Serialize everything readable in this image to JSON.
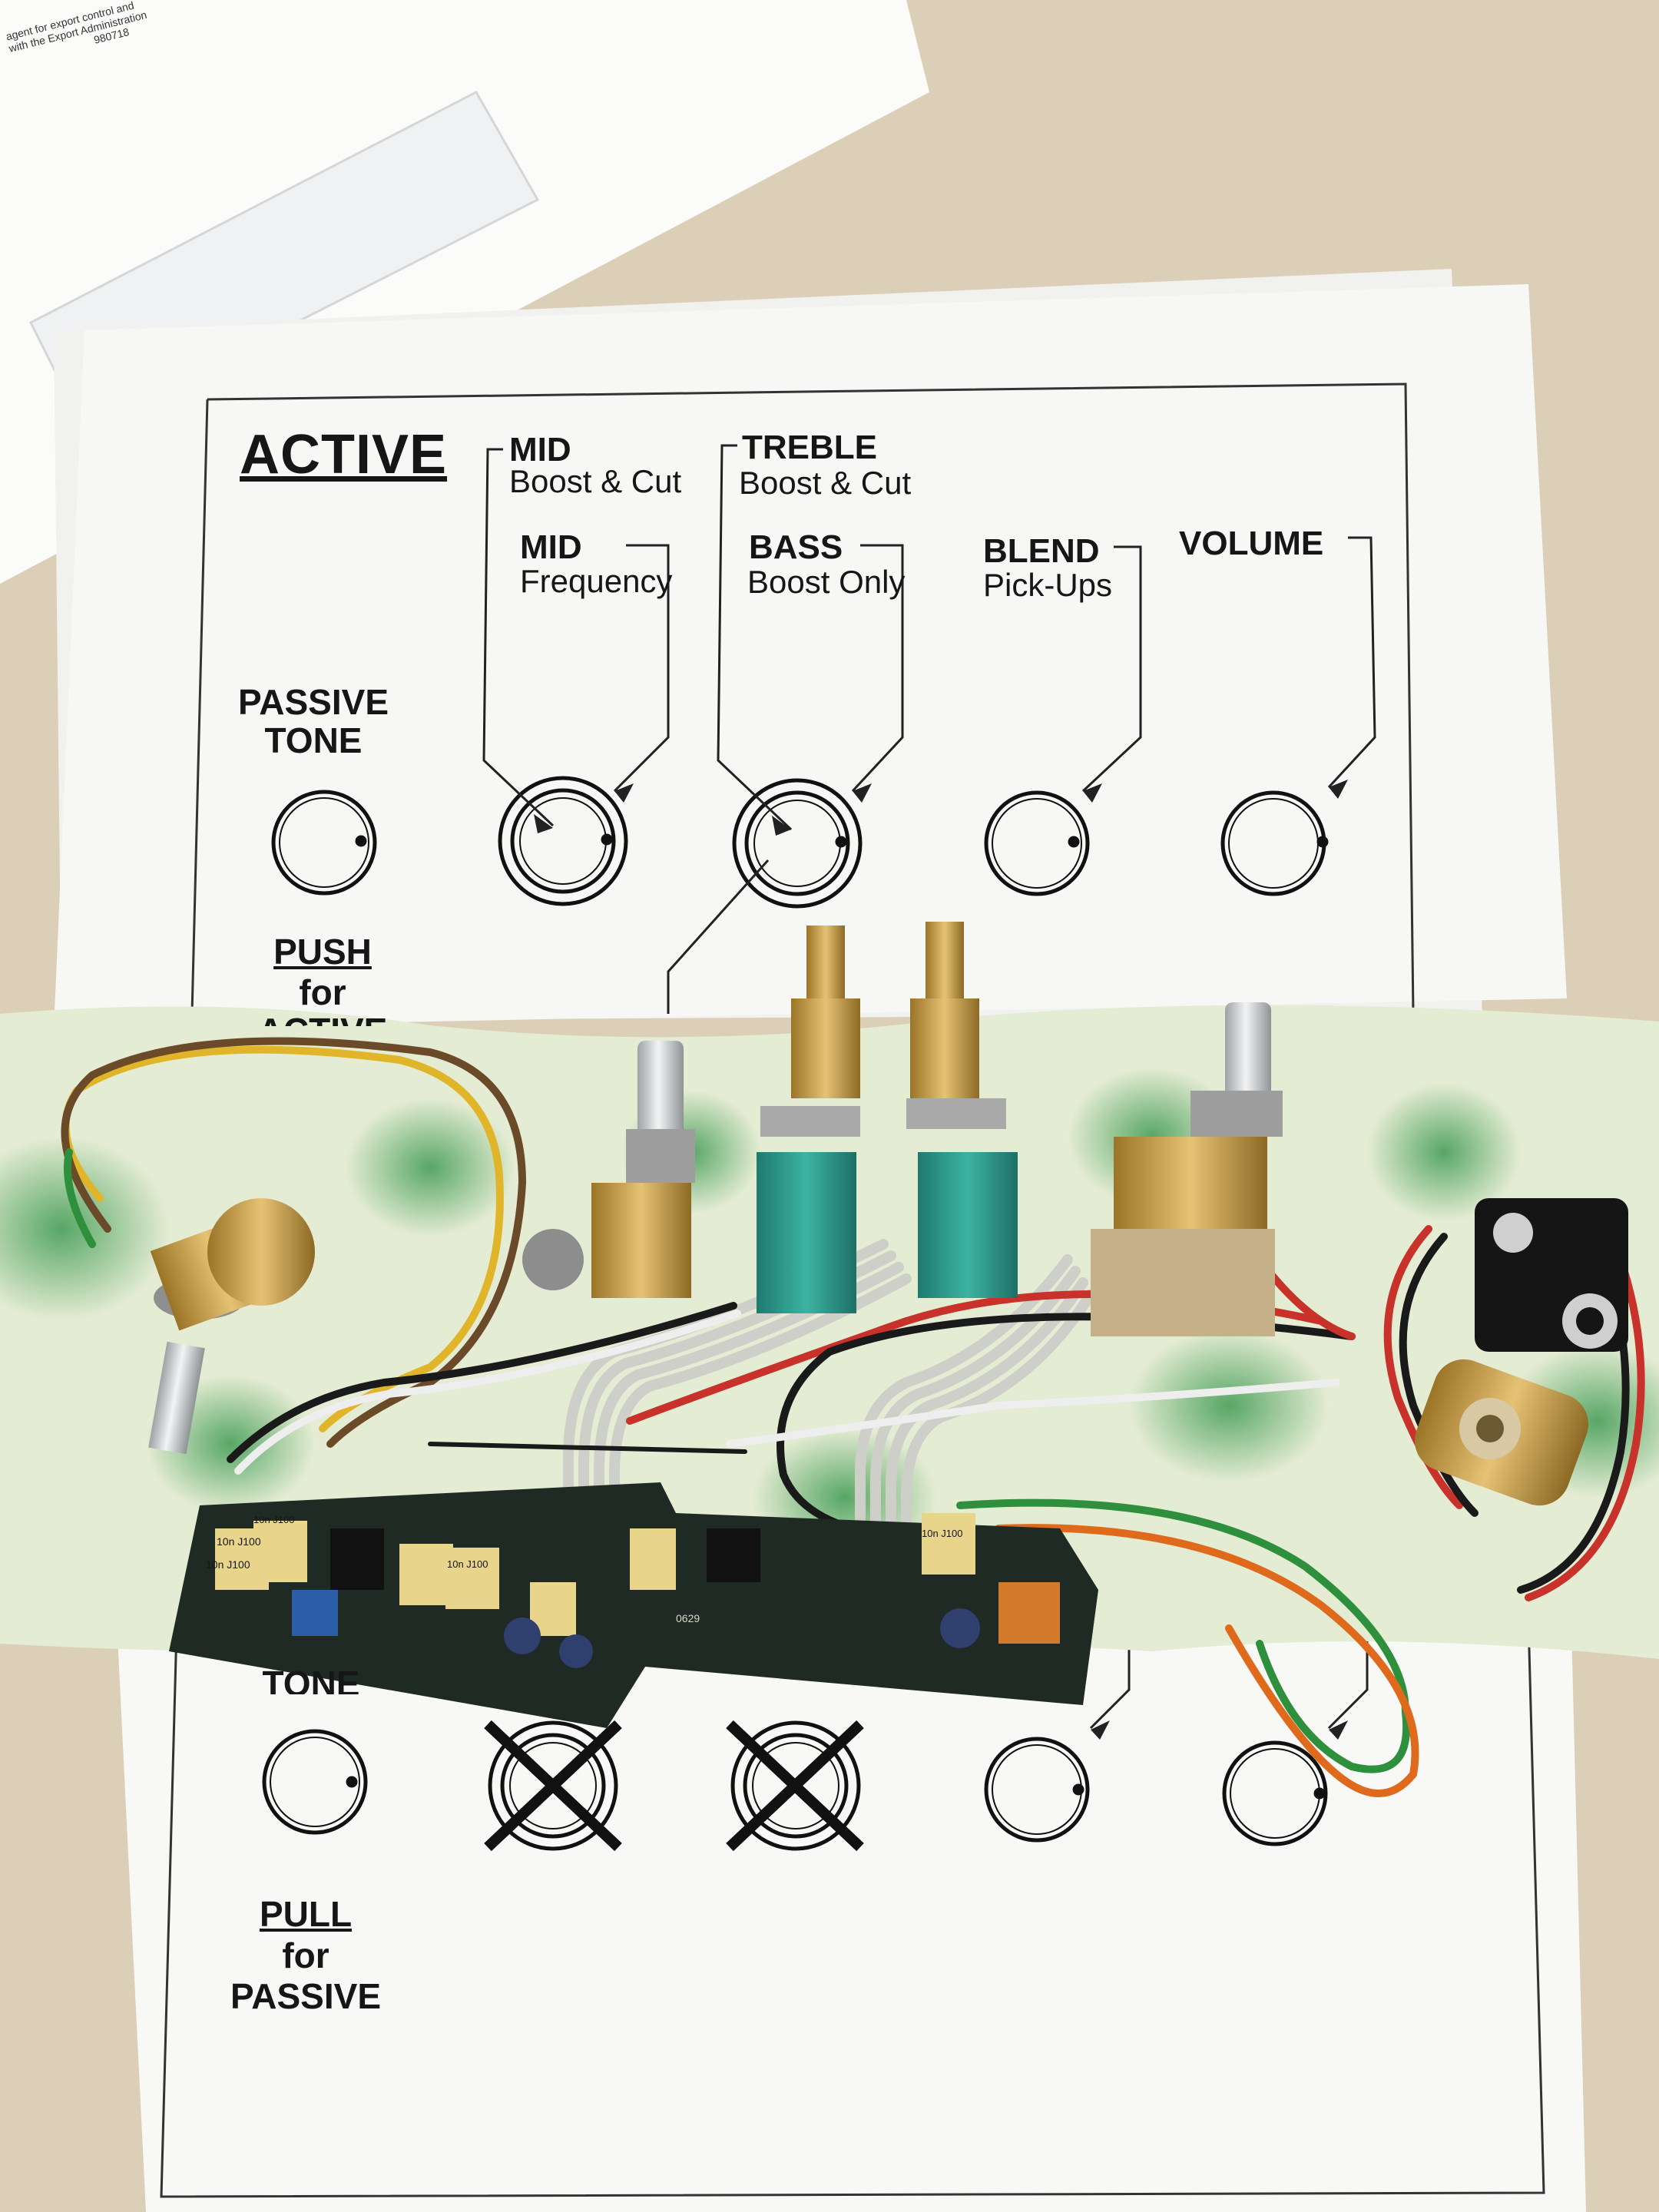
{
  "envelope": {
    "fine_print_line1": "agent for export control and",
    "fine_print_line2": "with the Export Administration",
    "fine_print_code": "980718"
  },
  "sheet": {
    "active_header": "ACTIVE",
    "top_labels": {
      "mid_title": "MID",
      "mid_sub": "Boost & Cut",
      "mid_freq_title": "MID",
      "mid_freq_sub": "Frequency",
      "treble_title": "TREBLE",
      "treble_sub": "Boost & Cut",
      "bass_title": "BASS",
      "bass_sub": "Boost Only",
      "blend_title": "BLEND",
      "blend_sub": "Pick-Ups",
      "volume_title": "VOLUME",
      "passive_tone_line1": "PASSIVE",
      "passive_tone_line2": "TONE"
    },
    "push_label": {
      "line1": "PUSH",
      "line2": "for",
      "line3": "ACTIVE"
    },
    "bottom_tone": "TONE",
    "pull_label": {
      "line1": "PULL",
      "line2": "for",
      "line3": "PASSIVE"
    }
  },
  "board": {
    "cap_label_1": "10n J100",
    "cap_label_2": "10n J100",
    "cap_label_3": "10n J100",
    "cap_label_4": "10n J100",
    "cap_label_5": "10n J100",
    "chip_label": "0629"
  },
  "colors": {
    "paper": "#f6f6f4",
    "foam": "#dfe9c9",
    "foam_green": "#4f9a5c",
    "teal_pot": "#2f9a8c",
    "brass": "#c89c45",
    "pcb": "#1f2a24",
    "wire_red": "#c8322a",
    "wire_black": "#1a1a1a",
    "wire_white": "#eeeeee",
    "wire_yellow": "#e1b52a",
    "wire_green": "#2e8f3c",
    "wire_orange": "#e06a1c",
    "wire_brown": "#6b4a2a"
  }
}
